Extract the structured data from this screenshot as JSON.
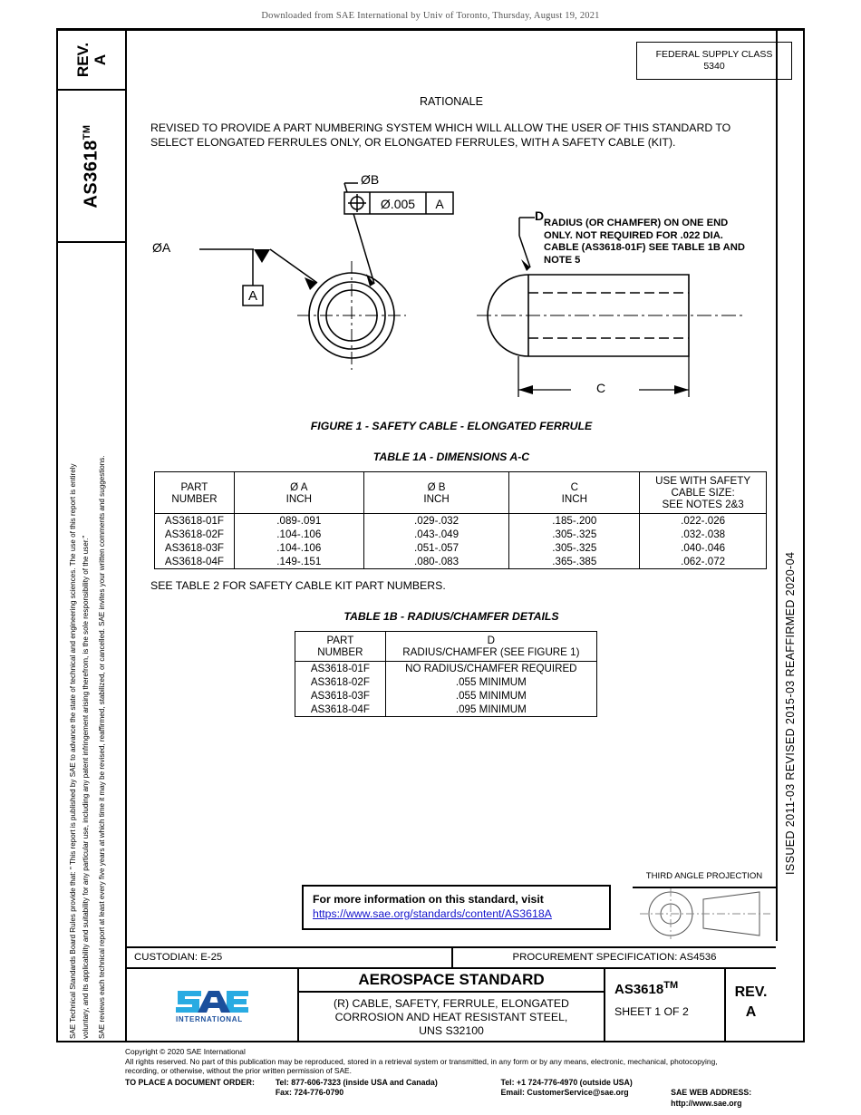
{
  "banner": {
    "text": "Downloaded from SAE International by Univ of Toronto, Thursday, August 19, 2021"
  },
  "sidebar": {
    "rev_label": "REV.",
    "rev_value": "A",
    "doc_number": "AS3618",
    "trademark": "TM",
    "legal_line1": "SAE Technical Standards Board Rules provide that: \" This report is published by SAE to advance the state of technical and engineering sciences. The use of this report is entirely",
    "legal_line2": "voluntary, and its applicability and suitability for any particular use, including any patent infringement arising therefrom, is the sole responsibility of the user.\"",
    "legal_line3": "SAE reviews each technical report at least every five years at which time it may be revised, reaffirmed, stabilized, or cancelled. SAE invites your written comments and suggestions."
  },
  "dates": {
    "line": "ISSUED 2011-03      REVISED 2015-03      REAFFIRMED 2020-04"
  },
  "federal_supply_class": {
    "label": "FEDERAL SUPPLY CLASS",
    "value": "5340"
  },
  "rationale": {
    "title": "RATIONALE",
    "body": "REVISED TO PROVIDE A PART NUMBERING SYSTEM WHICH WILL ALLOW THE USER OF THIS STANDARD TO SELECT ELONGATED FERRULES ONLY, OR ELONGATED FERRULES, WITH A SAFETY CABLE (KIT)."
  },
  "drawing": {
    "label_dia_a": "ØA",
    "label_dia_b": "ØB",
    "datum_a": "A",
    "fcf_tolerance": "Ø.005",
    "fcf_datum": "A",
    "label_c": "C",
    "label_d": "D",
    "note_radius": "RADIUS (OR CHAMFER) ON ONE END ONLY.  NOT REQUIRED FOR .022 DIA. CABLE (AS3618-01F) SEE TABLE 1B AND NOTE 5",
    "figure_caption": "FIGURE 1 - SAFETY CABLE - ELONGATED FERRULE"
  },
  "table_1a": {
    "caption": "TABLE 1A - DIMENSIONS A-C",
    "headers": [
      "PART\nNUMBER",
      "Ø A\nINCH",
      "Ø B\nINCH",
      "C\nINCH",
      "USE WITH SAFETY\nCABLE SIZE:\nSEE NOTES 2&3"
    ],
    "rows": [
      [
        "AS3618-01F",
        ".089-.091",
        ".029-.032",
        ".185-.200",
        ".022-.026"
      ],
      [
        "AS3618-02F",
        ".104-.106",
        ".043-.049",
        ".305-.325",
        ".032-.038"
      ],
      [
        "AS3618-03F",
        ".104-.106",
        ".051-.057",
        ".305-.325",
        ".040-.046"
      ],
      [
        "AS3618-04F",
        ".149-.151",
        ".080-.083",
        ".365-.385",
        ".062-.072"
      ]
    ]
  },
  "see_table_2": "SEE TABLE 2 FOR SAFETY CABLE KIT PART NUMBERS.",
  "table_1b": {
    "caption": "TABLE 1B - RADIUS/CHAMFER DETAILS",
    "headers": [
      "PART\nNUMBER",
      "D\nRADIUS/CHAMFER (SEE FIGURE 1)"
    ],
    "rows": [
      [
        "AS3618-01F",
        "NO RADIUS/CHAMFER REQUIRED"
      ],
      [
        "AS3618-02F",
        ".055  MINIMUM"
      ],
      [
        "AS3618-03F",
        ".055  MINIMUM"
      ],
      [
        "AS3618-04F",
        ".095  MINIMUM"
      ]
    ]
  },
  "more_info": {
    "line1": "For more information on this standard, visit",
    "link": "https://www.sae.org/standards/content/AS3618A"
  },
  "third_angle": {
    "title": "THIRD ANGLE PROJECTION"
  },
  "custodian": {
    "label": "CUSTODIAN: E-25",
    "procurement": "PROCUREMENT SPECIFICATION: AS4536"
  },
  "title_block": {
    "logo_text": "SAE",
    "logo_sub": "INTERNATIONAL",
    "standard_type": "AEROSPACE STANDARD",
    "description_line1": "(R) CABLE, SAFETY, FERRULE, ELONGATED",
    "description_line2": "CORROSION AND HEAT RESISTANT STEEL,",
    "description_line3": "UNS S32100",
    "doc_number": "AS3618",
    "trademark": "TM",
    "sheet": "SHEET 1 OF 2",
    "rev_label": "REV.",
    "rev_value": "A"
  },
  "footer": {
    "copyright": "Copyright © 2020 SAE International",
    "rights_line1": "All rights reserved. No part of this publication may be reproduced, stored in a retrieval system or transmitted, in any form or by any means, electronic, mechanical, photocopying,",
    "rights_line2": "recording, or otherwise, without the prior written permission of SAE.",
    "order_label": "TO PLACE A DOCUMENT ORDER:",
    "tel_inside": "Tel: 877-606-7323 (inside USA and Canada)",
    "fax": "Fax: 724-776-0790",
    "tel_outside": "Tel: +1 724-776-4970 (outside USA)",
    "email": "Email: CustomerService@sae.org",
    "web_address": "SAE WEB ADDRESS: http://www.sae.org"
  },
  "colors": {
    "link": "#1414cc",
    "logo_light": "#29ABE2",
    "logo_dark": "#1B4F9C",
    "line": "#000000"
  }
}
